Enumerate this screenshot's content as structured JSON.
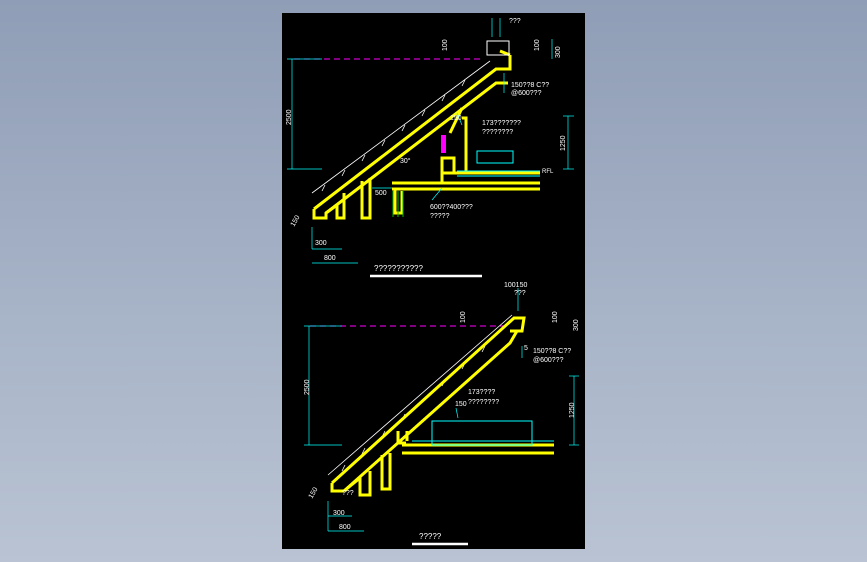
{
  "colors": {
    "background": "#9aa8bf",
    "canvas": "#000000",
    "wall": "#ffff00",
    "dim": "#00ffff",
    "text": "#ffffff",
    "hidden_line": "#ff00ff",
    "green": "#00c000",
    "highlight": "#ff00ff",
    "title_underline": "#ffffff"
  },
  "detail_top": {
    "title": "???????????",
    "top_label": "???",
    "dim_100_left": "100",
    "dim_100_right": "100",
    "dim_300": "300",
    "rafter_note_1": "150??8 C??",
    "rafter_note_2": "@600???",
    "dim_2500": "2500",
    "dim_150": "150",
    "purlin_note_1": "173???????",
    "purlin_note_2": "????????",
    "dim_1250": "1250",
    "angle": "30°",
    "dim_500": "500",
    "beam_note_1": "600??400???",
    "beam_note_2": "?????",
    "level_label": "RFL",
    "dim_150_eave": "150",
    "dim_300_bottom": "300",
    "dim_800_bottom": "800"
  },
  "detail_bottom": {
    "title": "?????",
    "top_label": "???",
    "dim_100_150": "100150",
    "dim_100_left": "100",
    "dim_100_right": "100",
    "dim_300": "300",
    "rafter_note_1": "150??8 C??",
    "rafter_note_2": "@600???",
    "dim_5": "5",
    "dim_2500": "2500",
    "purlin_note_1": "173????",
    "purlin_note_2": "????????",
    "dim_150": "150",
    "dim_1250": "1250",
    "eave_label": "???",
    "dim_150_eave": "150",
    "dim_300_bottom": "300",
    "dim_800_bottom": "800"
  }
}
